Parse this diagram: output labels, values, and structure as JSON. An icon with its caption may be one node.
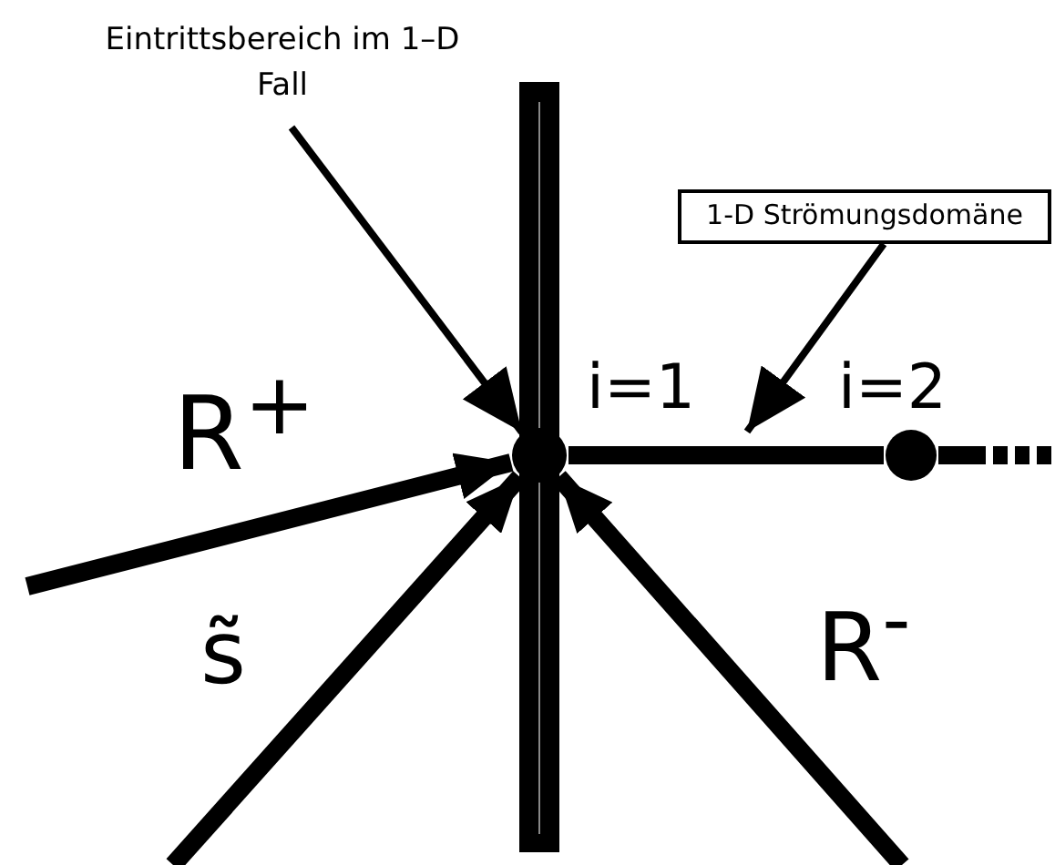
{
  "diagram": {
    "nodes": [
      {
        "text": [
          "Eintrittsbereich im 1–D Fall"
        ]
      },
      {
        "text": [
          "1-D Strömungsdomäne"
        ]
      },
      {
        "text": [],
        "shape": "circle"
      },
      {
        "text": [],
        "shape": "circle"
      }
    ],
    "edges": [
      {
        "from": 0,
        "to": 2,
        "arrow": "to"
      },
      {
        "from": 1,
        "to": null,
        "arrow": "to"
      },
      {
        "from": null,
        "to": 2,
        "arrow": "to",
        "label": "R$^{+}$"
      },
      {
        "from": null,
        "to": 2,
        "arrow": "to",
        "label": "s̃"
      },
      {
        "from": null,
        "to": 2,
        "arrow": "to",
        "label": "R$^{-}$"
      },
      {
        "from": 2,
        "to": 3,
        "arrow": "none"
      },
      {
        "from": 3,
        "to": null,
        "arrow": "none",
        "style": "dashed"
      }
    ],
    "labels": [
      "i=1",
      "i=2"
    ]
  }
}
